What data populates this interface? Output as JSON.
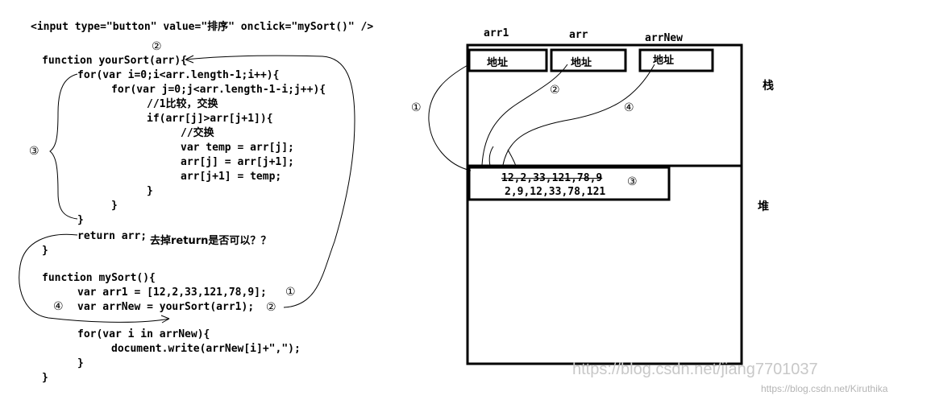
{
  "code_lines": [
    "<input type=\"button\" value=\"排序\" onclick=\"mySort()\" />",
    "function yourSort(arr){",
    "for(var i=0;i<arr.length-1;i++){",
    "for(var j=0;j<arr.length-1-i;j++){",
    "//1比较，交换",
    "if(arr[j]>arr[j+1]){",
    "//交换",
    "var temp = arr[j];",
    "arr[j] = arr[j+1];",
    "arr[j+1] = temp;",
    "}",
    "}",
    "}",
    "return arr;",
    "}",
    "function mySort(){",
    "var arr1 = [12,2,33,121,78,9];",
    "var arrNew = yourSort(arr1);",
    "for(var i in arrNew){",
    "document.write(arrNew[i]+\",\");",
    "}",
    "}"
  ],
  "question_note": "去掉return是否可以？？",
  "markers": {
    "m1": "①",
    "m2": "②",
    "m3": "③",
    "m4": "④"
  },
  "memory": {
    "var_names": [
      "arr1",
      "arr",
      "arrNew"
    ],
    "address_label": "地址",
    "stack_label": "栈",
    "heap_label": "堆",
    "old_array": "12,2,33,121,78,9",
    "new_array": "2,9,12,33,78,121"
  },
  "watermarks": {
    "center": "https://blog.csdn.net/jiang7701037",
    "corner": "https://blog.csdn.net/Kiruthika"
  }
}
